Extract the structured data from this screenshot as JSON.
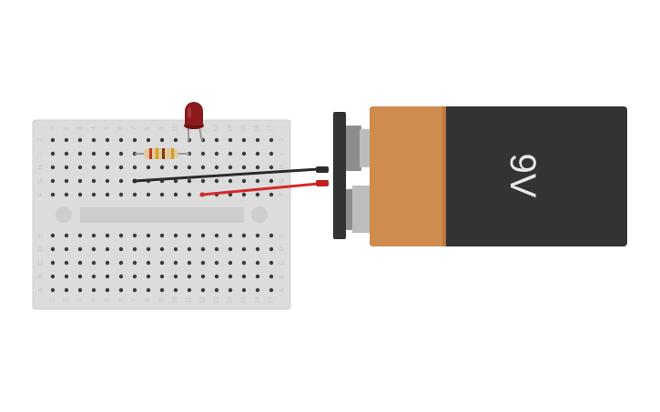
{
  "breadboard": {
    "columns": [
      "1",
      "2",
      "3",
      "4",
      "5",
      "6",
      "7",
      "8",
      "9",
      "10",
      "11",
      "12",
      "13",
      "14",
      "15",
      "16",
      "17"
    ],
    "top_rows": [
      "J",
      "I",
      "H",
      "G",
      "F"
    ],
    "bottom_rows": [
      "E",
      "D",
      "C",
      "B",
      "A"
    ],
    "body_color": "#dcdcdc",
    "hole_color": "#3a3a3a"
  },
  "components": {
    "led": {
      "name": "LED",
      "color": "#8c1a1a"
    },
    "resistor": {
      "name": "Resistor",
      "bands": [
        "#c0392b",
        "#d4a017",
        "#7a3b12",
        "#c9a227"
      ]
    },
    "battery": {
      "label": "9V",
      "body_color": "#333333",
      "cap_color": "#d08c4f"
    }
  },
  "wires": [
    {
      "name": "negative-wire",
      "color": "#2b2b2b"
    },
    {
      "name": "positive-wire",
      "color": "#d42a2a"
    }
  ]
}
